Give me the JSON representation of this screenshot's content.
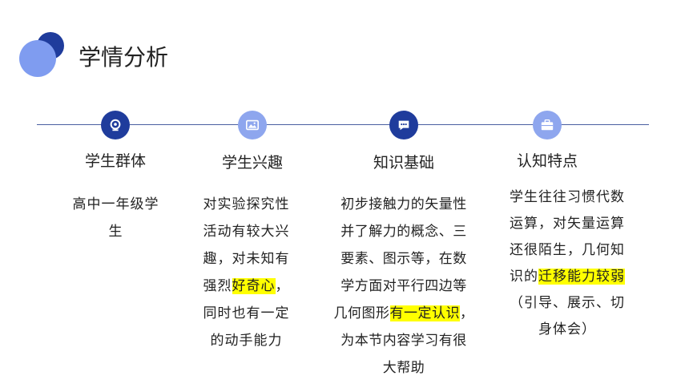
{
  "title": "学情分析",
  "columns": [
    {
      "icon": "location-pin-icon",
      "heading": "学生群体",
      "text": [
        "高中一年级学",
        "生"
      ]
    },
    {
      "icon": "image-icon",
      "heading": "学生兴趣",
      "text": [
        "对实验探究性",
        "活动有较大兴",
        "趣，对未知有",
        "强烈",
        "好奇心",
        "，",
        "同时也有一定",
        "的动手能力"
      ]
    },
    {
      "icon": "chat-bubble-icon",
      "heading": "知识基础",
      "text": [
        "初步接触力的矢量性",
        "并了解力的概念、三",
        "要素、图示等，在数",
        "学方面对平行四边等",
        "几何图形",
        "有一定认识",
        "，",
        "为本节内容学习有很",
        "大帮助"
      ]
    },
    {
      "icon": "briefcase-icon",
      "heading": "认知特点",
      "text": [
        "学生往往习惯代数",
        "运算，对矢量运算",
        "还很陌生，几何知",
        "识的",
        "迁移能力较弱",
        "（引导、展示、切",
        "身体会）"
      ]
    }
  ],
  "colors": {
    "accent_dark": "#1f3c9c",
    "accent_light": "#8ea6ee",
    "highlight": "#ffff00"
  }
}
